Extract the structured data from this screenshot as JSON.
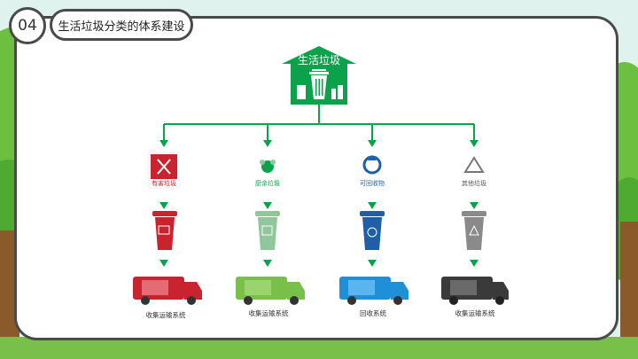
{
  "slide": {
    "number": "04",
    "title": "生活垃圾分类的体系建设"
  },
  "colors": {
    "green": "#0aa24b",
    "red": "#c9232f",
    "lightgreen": "#8fc79a",
    "blue": "#1f5fa8",
    "gray": "#8a8a8a"
  },
  "root": {
    "label": "生活垃圾",
    "icon": "trash-bin-icon"
  },
  "branches": [
    {
      "category_label": "有害垃圾",
      "bin_icon": "hazardous-bin-icon",
      "truck_icon": "red-truck-icon",
      "system_label": "收集运输系统",
      "color": "#c9232f"
    },
    {
      "category_label": "厨余垃圾",
      "bin_icon": "kitchen-bin-icon",
      "truck_icon": "green-truck-icon",
      "system_label": "收集运输系统",
      "color": "#8fc79a"
    },
    {
      "category_label": "可回收物",
      "bin_icon": "recyclable-bin-icon",
      "truck_icon": "blue-truck-icon",
      "system_label": "回收系统",
      "color": "#1f5fa8"
    },
    {
      "category_label": "其他垃圾",
      "bin_icon": "other-bin-icon",
      "truck_icon": "gray-truck-icon",
      "system_label": "收集运输系统",
      "color": "#555555"
    }
  ]
}
